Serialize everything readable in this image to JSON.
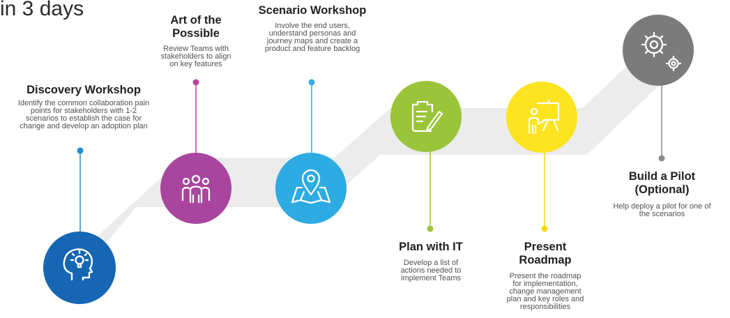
{
  "page_title": "in 3 days",
  "colors": {
    "road": "#ececec",
    "discovery": "#1666b3",
    "art": "#a8469f",
    "scenario": "#2eabe2",
    "plan": "#9ac43a",
    "roadmap": "#fce420",
    "pilot": "#7b7b7b",
    "stem_discovery": "#1c8fd6",
    "stem_art": "#b6459d",
    "stem_scenario": "#38a9dd",
    "stem_plan": "#9cc33d",
    "stem_roadmap": "#f2d911",
    "stem_pilot": "#8b8b8b"
  },
  "steps": [
    {
      "key": "discovery",
      "icon": "head-lightbulb-icon",
      "title": [
        "Discovery Workshop"
      ],
      "description": [
        "Identify the common collaboration pain",
        "points for stakeholders with 1-2",
        "scenarios to establish the case for",
        "change and develop an adoption plan"
      ]
    },
    {
      "key": "art",
      "icon": "people-group-icon",
      "title": [
        "Art of the",
        "Possible"
      ],
      "description": [
        "Review Teams with",
        "stakeholders to align",
        "on key features"
      ]
    },
    {
      "key": "scenario",
      "icon": "map-pin-icon",
      "title": [
        "Scenario Workshop"
      ],
      "description": [
        "Involve the end users,",
        "understand personas and",
        "journey maps and create a",
        "product and feature backlog"
      ]
    },
    {
      "key": "plan",
      "icon": "document-edit-icon",
      "title": [
        "Plan with IT"
      ],
      "description": [
        "Develop a list of",
        "actions needed to",
        "implement Teams"
      ]
    },
    {
      "key": "roadmap",
      "icon": "presenter-board-icon",
      "title": [
        "Present",
        "Roadmap"
      ],
      "description": [
        "Present the roadmap",
        "for implementation,",
        "change management",
        "plan and key roles and",
        "responsibilities"
      ]
    },
    {
      "key": "pilot",
      "icon": "gears-icon",
      "title": [
        "Build a Pilot",
        "(Optional)"
      ],
      "description": [
        "Help deploy a pilot for one of",
        "the scenarios"
      ]
    }
  ]
}
